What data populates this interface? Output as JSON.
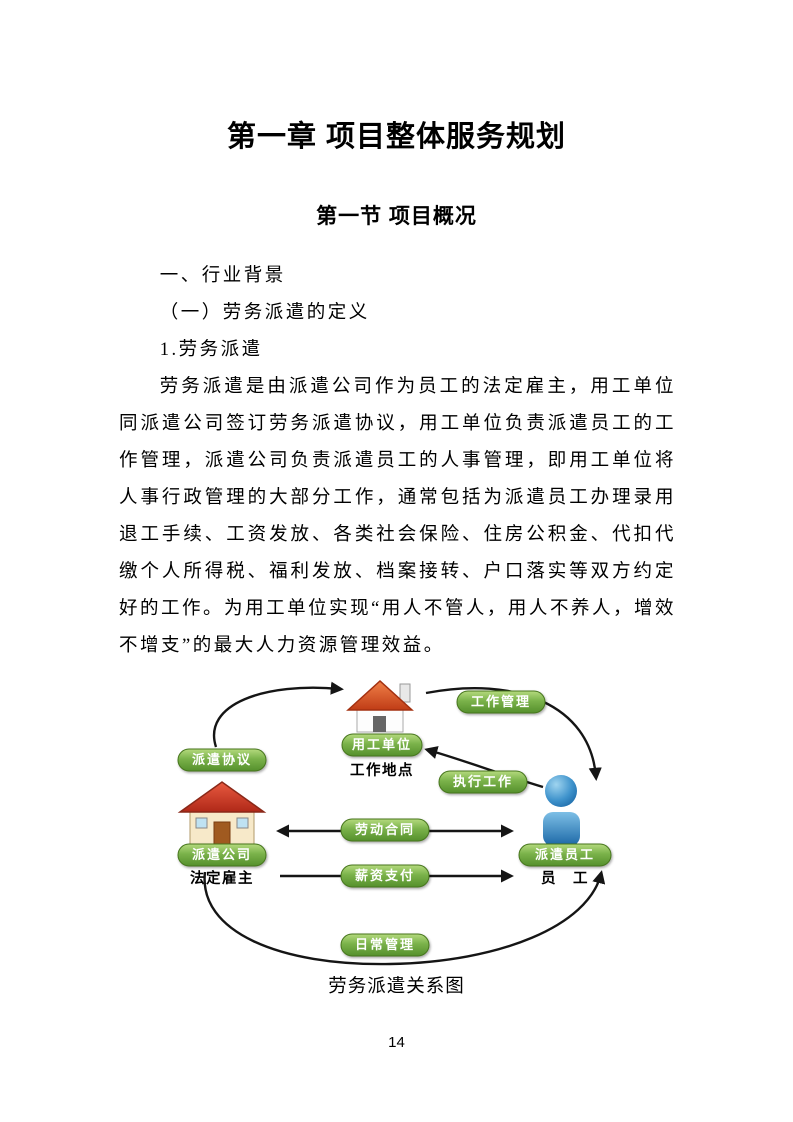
{
  "doc": {
    "chapter_title": "第一章 项目整体服务规划",
    "section_title": "第一节 项目概况",
    "headings": [
      "一、行业背景",
      "（一）劳务派遣的定义",
      "1.劳务派遣"
    ],
    "paragraph": "劳务派遣是由派遣公司作为员工的法定雇主，用工单位同派遣公司签订劳务派遣协议，用工单位负责派遣员工的工作管理，派遣公司负责派遣员工的人事管理，即用工单位将人事行政管理的大部分工作，通常包括为派遣员工办理录用退工手续、工资发放、各类社会保险、住房公积金、代扣代缴个人所得税、福利发放、档案接转、户口落实等双方约定好的工作。为用工单位实现“用人不管人，用人不养人，增效不增支”的最大人力资源管理效益。",
    "diagram": {
      "entities": {
        "employing_unit": "用工单位",
        "work_location": "工作地点",
        "dispatch_company": "派遣公司",
        "legal_employer": "法定雇主",
        "dispatched_employee": "派遣员工",
        "employee": "员　工"
      },
      "relations": {
        "dispatch_agreement": "派遣协议",
        "work_management": "工作管理",
        "execute_work": "执行工作",
        "labor_contract": "劳动合同",
        "salary_payment": "薪资支付",
        "daily_management": "日常管理"
      },
      "colors": {
        "pill_green": "#7ab24a",
        "arrow_black": "#151515",
        "roof_orange": "#d85a2a",
        "roof_red": "#c03020",
        "person_blue": "#2a7fc0"
      }
    },
    "caption": "劳务派遣关系图",
    "page_number": "14"
  }
}
